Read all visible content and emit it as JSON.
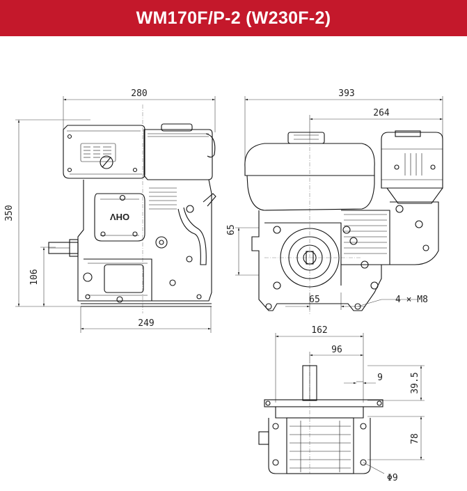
{
  "header": {
    "title": "WM170F/P-2 (W230F-2)"
  },
  "colors": {
    "header_bg": "#c4182b",
    "header_text": "#ffffff",
    "line": "#111111"
  },
  "front_view": {
    "width_top": "280",
    "width_base": "249",
    "height": "350",
    "shaft_height": "106",
    "engraving": "OHV"
  },
  "side_view": {
    "length": "393",
    "length_partial": "264",
    "bolt_height": "65",
    "bolt_spacing": "65",
    "bolt_callout": "4 × M8"
  },
  "base_view": {
    "width": "162",
    "spacing": "96",
    "keyway": "9",
    "shaft_len": "39.5",
    "depth": "78",
    "hole": "Φ9"
  }
}
